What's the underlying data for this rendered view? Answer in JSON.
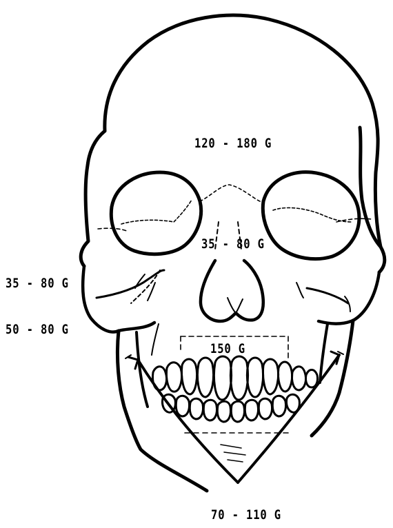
{
  "labels": {
    "cranium": "120 - 180 G",
    "nasal": "35 - 80 G",
    "zygoma": "35 - 80 G",
    "zygomatic_arch": "50 - 80 G",
    "maxilla": "150 G",
    "mandible": "70 - 110 G"
  },
  "colors": {
    "line": "#000000",
    "background": "#ffffff"
  }
}
